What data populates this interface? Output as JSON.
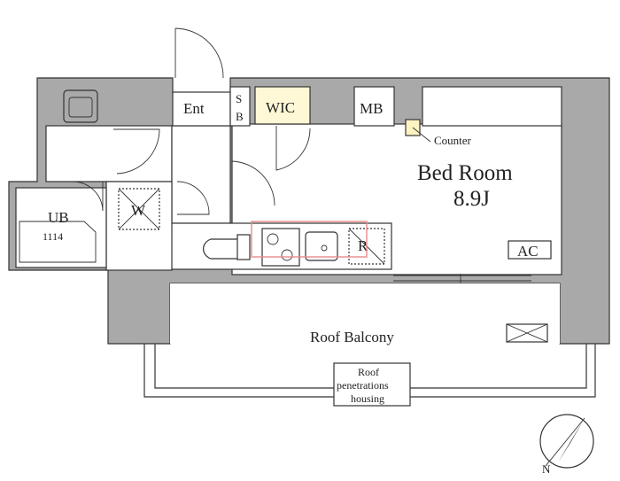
{
  "rooms": {
    "entrance": "Ent",
    "shoe_box": "S",
    "shoe_box_b": "B",
    "walk_in_closet": "WIC",
    "meter_box": "MB",
    "counter": "Counter",
    "bedroom": "Bed Room",
    "bedroom_size": "8.9J",
    "unit_bath": "UB",
    "unit_bath_size": "1114",
    "washer": "W",
    "refrigerator": "R",
    "air_conditioner": "AC",
    "balcony": "Roof Balcony",
    "roof_housing": [
      "Roof",
      "penetrations",
      "housing"
    ],
    "compass": "N"
  },
  "colors": {
    "wall": "#a9a9a9",
    "wic_fill": "#fff8d6",
    "counter_fill": "#fff3c2",
    "watermark": "#e88a8a"
  }
}
